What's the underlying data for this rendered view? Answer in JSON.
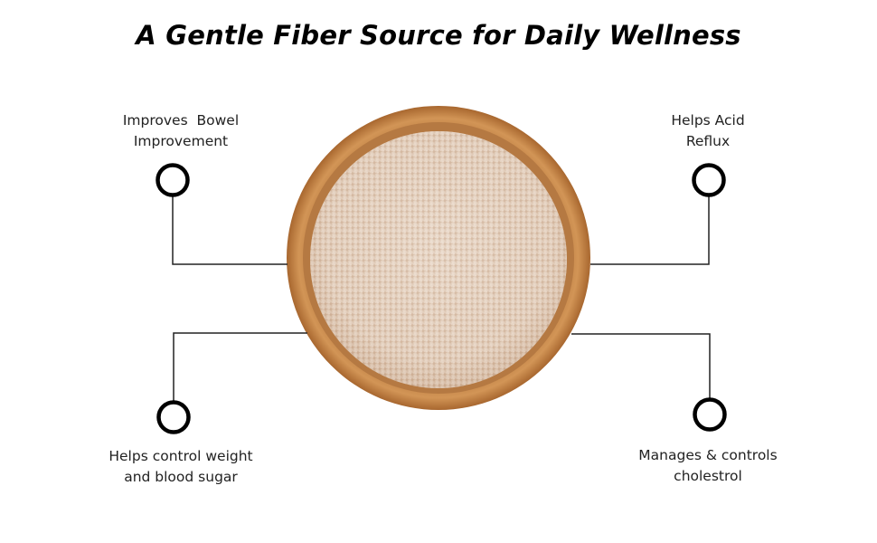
{
  "title": "A Gentle Fiber Source for Daily Wellness",
  "benefits": [
    {
      "line1": "Improves  Bowel",
      "line2": "Improvement"
    },
    {
      "line1": "Helps Acid",
      "line2": "Reflux"
    },
    {
      "line1": "Helps control weight",
      "line2": "and blood sugar"
    },
    {
      "line1": "Manages & controls",
      "line2": "cholestrol"
    }
  ],
  "colors": {
    "bowl": "#c98a4b",
    "bowl_dark": "#a86a32",
    "powder": "#e8d6c6",
    "line": "#222222"
  }
}
